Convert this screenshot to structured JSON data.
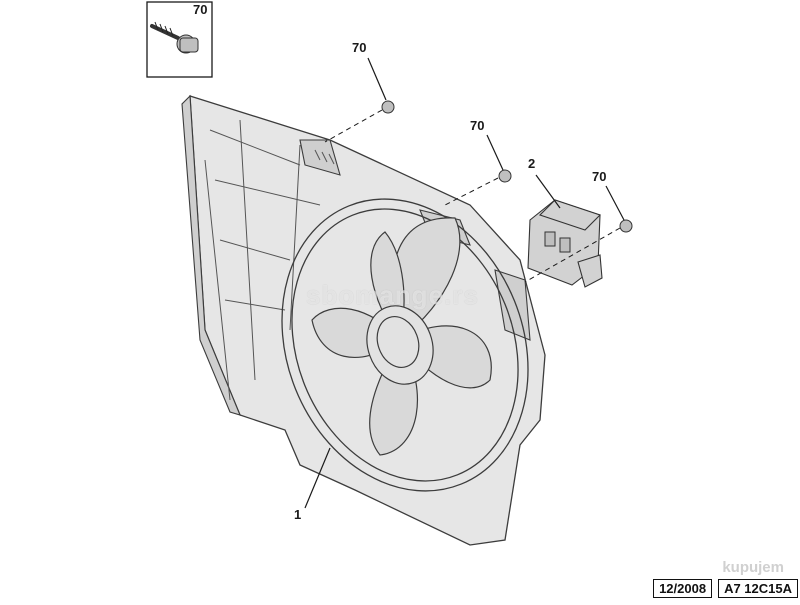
{
  "diagram": {
    "callouts": {
      "inset_ref": "70",
      "screw_a": "70",
      "screw_b": "70",
      "screw_c": "70",
      "part_resistor": "2",
      "part_fan": "1"
    },
    "reference": {
      "date": "12/2008",
      "code": "A7 12C15A"
    },
    "watermark": "sbomange.rs",
    "watermark_corner": "kupujem"
  },
  "colors": {
    "line": "#3c3c3c",
    "fill_light": "#e6e6e6",
    "fill_mid": "#d9d9d9"
  }
}
